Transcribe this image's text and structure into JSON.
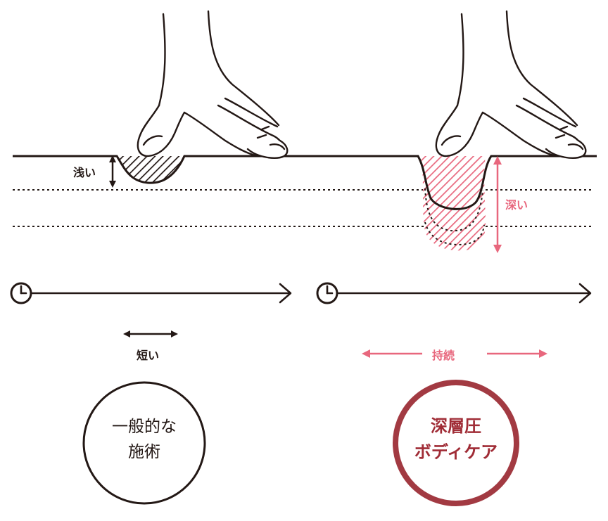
{
  "colors": {
    "ink": "#231815",
    "pink": "#e8677d",
    "maroon": "#a23a42",
    "maroon_text": "#a02c36",
    "background": "#ffffff"
  },
  "left": {
    "depth_label": "浅い",
    "duration_label": "短い",
    "circle_line1": "一般的な",
    "circle_line2": "施術",
    "clock_icon": "clock-icon"
  },
  "right": {
    "depth_label": "深い",
    "duration_label": "持続",
    "circle_line1": "深層圧",
    "circle_line2": "ボディケア",
    "clock_icon": "clock-icon"
  }
}
